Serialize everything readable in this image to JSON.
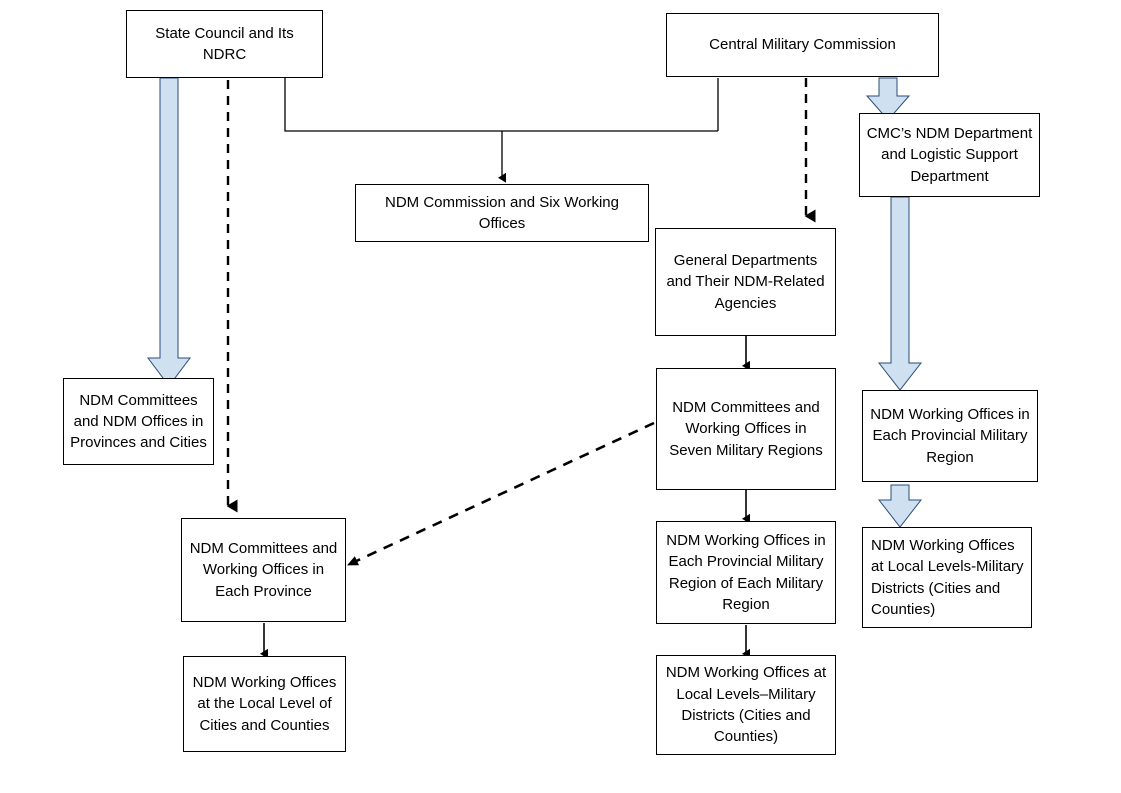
{
  "diagram": {
    "title": "NDM organizational structure chart",
    "colors": {
      "box_border": "#000000",
      "box_fill": "#ffffff",
      "text": "#000000",
      "block_arrow_fill": "#cfe0f0",
      "block_arrow_stroke": "#2a4d7a",
      "connector_line": "#000000",
      "dashed_line": "#000000"
    },
    "nodes": [
      {
        "id": "state-council",
        "label": "State Council and Its NDRC"
      },
      {
        "id": "central-military-commission",
        "label": "Central Military Commission"
      },
      {
        "id": "cmc-ndm-department",
        "label": "CMC’s NDM Department and Logistic Support Department"
      },
      {
        "id": "ndm-commission-six-offices",
        "label": "NDM Commission and Six Working Offices"
      },
      {
        "id": "general-departments",
        "label": "General Departments and Their NDM-Related Agencies"
      },
      {
        "id": "ndm-committees-provinces-cities",
        "label": "NDM Committees and NDM Offices in Provinces and Cities"
      },
      {
        "id": "ndm-committees-seven-military-regions",
        "label": "NDM Committees and Working Offices in Seven Military Regions"
      },
      {
        "id": "ndm-working-offices-each-provincial-military-region",
        "label": "NDM Working Offices in Each Provincial Military Region"
      },
      {
        "id": "ndm-committees-each-province",
        "label": "NDM Committees and Working Offices in Each Province"
      },
      {
        "id": "ndm-working-offices-provincial-military-region-of-each",
        "label": "NDM Working Offices in Each Provincial Military Region of Each Military Region"
      },
      {
        "id": "ndm-working-offices-local-military-districts-right",
        "label": "NDM Working Offices at Local Levels-Military Districts (Cities and Counties)"
      },
      {
        "id": "ndm-working-offices-local-cities-counties",
        "label": "NDM Working Offices at the Local Level of Cities and Counties"
      },
      {
        "id": "ndm-working-offices-local-military-districts-center",
        "label": "NDM Working Offices at Local Levels–Military Districts (Cities and Counties)"
      }
    ],
    "edges": [
      {
        "id": "edge-state-council-to-provinces-cities",
        "style": "block-arrow",
        "from": "state-council",
        "to": "ndm-committees-provinces-cities"
      },
      {
        "id": "edge-state-council-to-ndm-commission",
        "style": "solid",
        "from": "state-council",
        "to": "ndm-commission-six-offices"
      },
      {
        "id": "edge-cmc-to-ndm-commission",
        "style": "solid",
        "from": "central-military-commission",
        "to": "ndm-commission-six-offices"
      },
      {
        "id": "edge-state-council-to-each-province",
        "style": "dashed",
        "from": "state-council",
        "to": "ndm-committees-each-province"
      },
      {
        "id": "edge-cmc-to-general-departments",
        "style": "dashed",
        "from": "central-military-commission",
        "to": "general-departments"
      },
      {
        "id": "edge-cmc-to-cmc-ndm-department",
        "style": "block-arrow",
        "from": "central-military-commission",
        "to": "cmc-ndm-department"
      },
      {
        "id": "edge-general-departments-to-seven-regions",
        "style": "solid",
        "from": "general-departments",
        "to": "ndm-committees-seven-military-regions"
      },
      {
        "id": "edge-seven-regions-to-provincial-region",
        "style": "solid",
        "from": "ndm-committees-seven-military-regions",
        "to": "ndm-working-offices-provincial-military-region-of-each"
      },
      {
        "id": "edge-provincial-region-to-local-districts",
        "style": "solid",
        "from": "ndm-working-offices-provincial-military-region-of-each",
        "to": "ndm-working-offices-local-military-districts-center"
      },
      {
        "id": "edge-seven-regions-to-each-province",
        "style": "dashed",
        "from": "ndm-committees-seven-military-regions",
        "to": "ndm-committees-each-province"
      },
      {
        "id": "edge-cmc-ndm-department-to-provincial-region",
        "style": "block-arrow",
        "from": "cmc-ndm-department",
        "to": "ndm-working-offices-each-provincial-military-region"
      },
      {
        "id": "edge-provincial-region-to-local-right",
        "style": "block-arrow",
        "from": "ndm-working-offices-each-provincial-military-region",
        "to": "ndm-working-offices-local-military-districts-right"
      },
      {
        "id": "edge-each-province-to-local-cities-counties",
        "style": "solid",
        "from": "ndm-committees-each-province",
        "to": "ndm-working-offices-local-cities-counties"
      }
    ]
  }
}
